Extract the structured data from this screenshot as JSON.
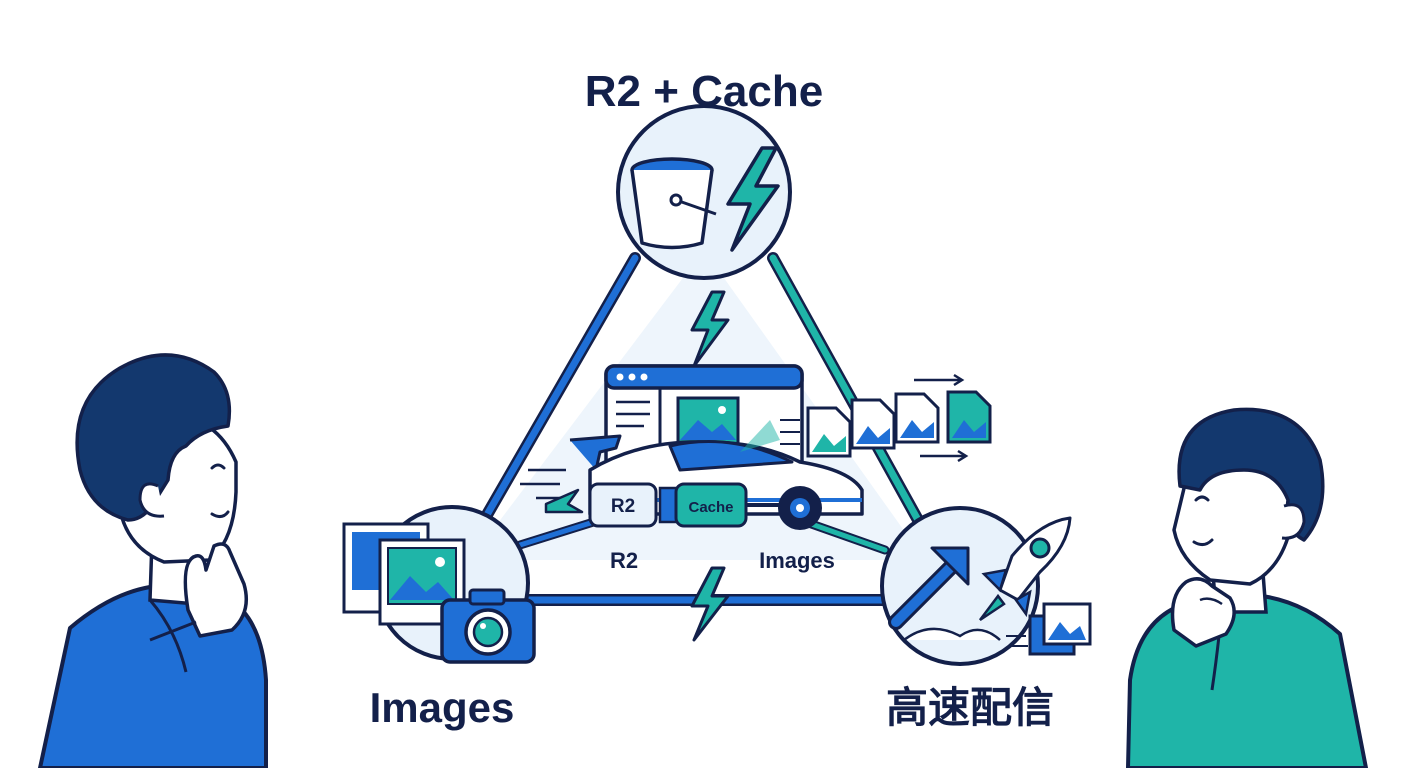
{
  "labels": {
    "top": "R2 + Cache",
    "bottom_left": "Images",
    "bottom_right": "高速配信"
  },
  "car": {
    "engine_left": "R2",
    "engine_right": "Cache",
    "under_left": "R2",
    "under_right": "Images"
  },
  "colors": {
    "ink": "#13204a",
    "blue": "#1f6fd6",
    "teal": "#1fb5a8",
    "light_fill": "#e8f2fb"
  },
  "icons": [
    "bucket-icon",
    "lightning-icon",
    "browser-window-icon",
    "image-file-icon",
    "camera-icon",
    "photo-stack-icon",
    "rocket-icon",
    "growth-arrow-icon",
    "race-car-icon"
  ]
}
